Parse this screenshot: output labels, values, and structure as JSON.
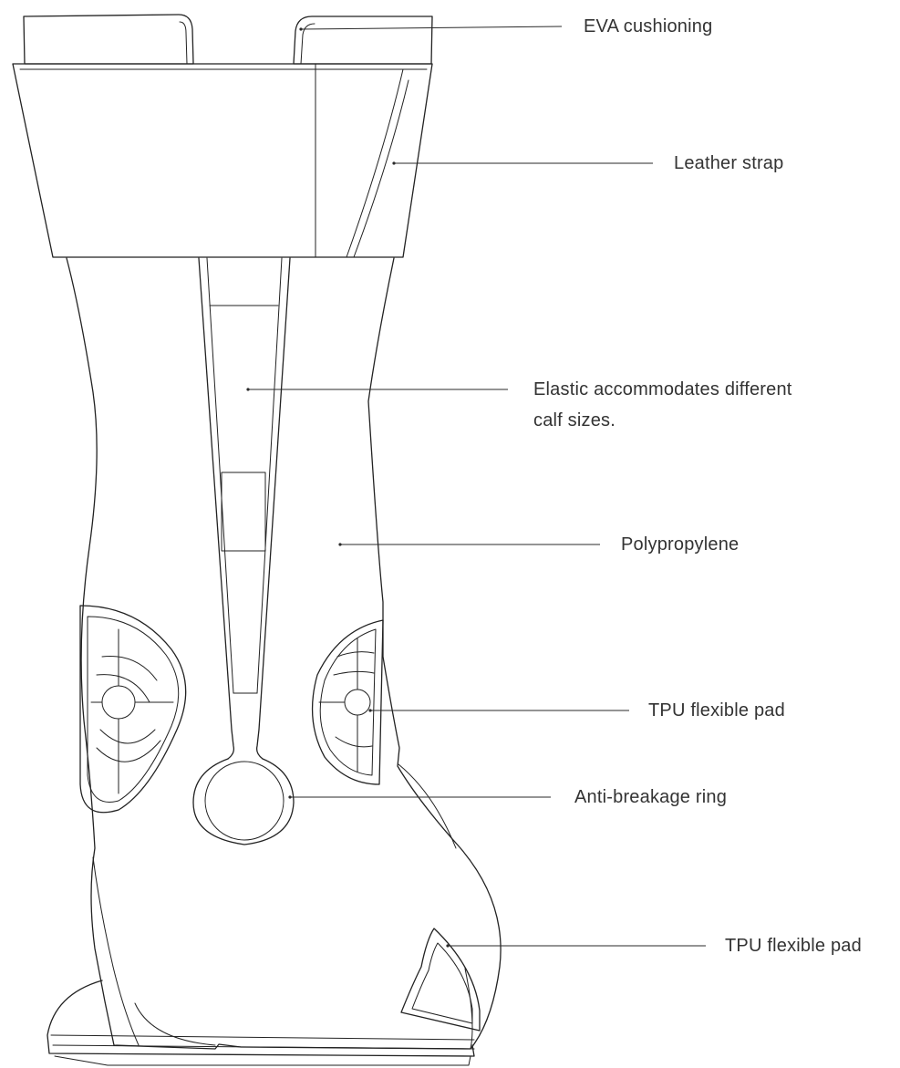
{
  "callouts": [
    {
      "id": "eva",
      "text": "EVA cushioning"
    },
    {
      "id": "leather",
      "text": "Leather strap"
    },
    {
      "id": "elastic",
      "lines": [
        "Elastic accommodates different",
        "calf sizes."
      ]
    },
    {
      "id": "poly",
      "text": "Polypropylene"
    },
    {
      "id": "tpu1",
      "text": "TPU flexible pad"
    },
    {
      "id": "ring",
      "text": "Anti-breakage ring"
    },
    {
      "id": "tpu2",
      "text": "TPU flexible pad"
    }
  ]
}
